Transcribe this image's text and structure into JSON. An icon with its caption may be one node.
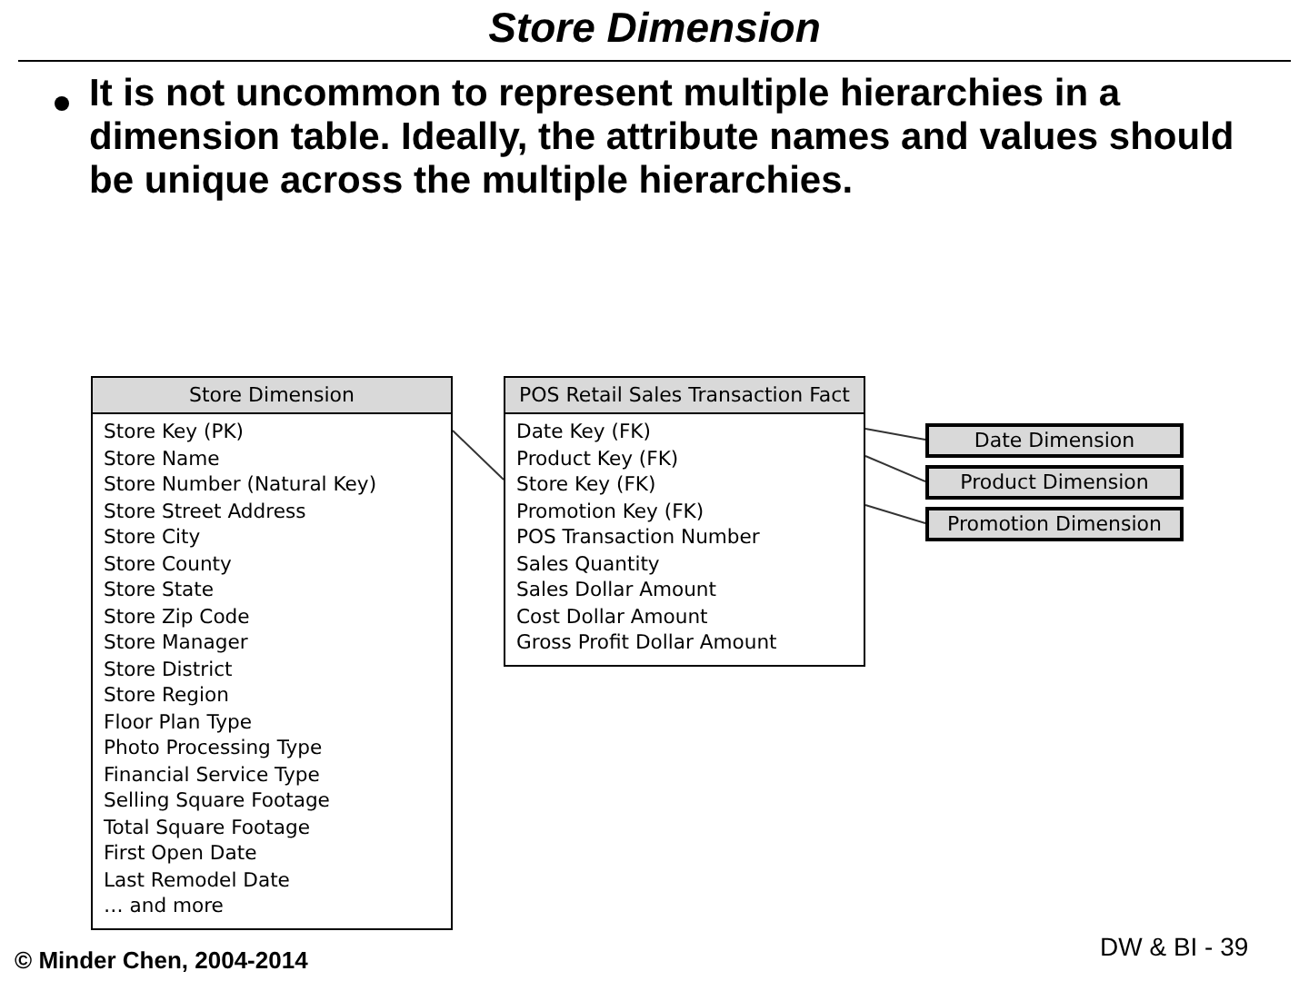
{
  "diagram": {
    "title": "Store Dimension",
    "nodes": [
      {
        "text": [
          "Store Dimension",
          "Store Key (PK)",
          "Store Name",
          "Store Number (Natural Key)",
          "Store Street Address",
          "Store City",
          "Store County",
          "Store State",
          "Store Zip Code",
          "Store Manager",
          "Store District",
          "Store Region",
          "Floor Plan Type",
          "Photo Processing Type",
          "Financial Service Type",
          "Selling Square Footage",
          "Total Square Footage",
          "First Open Date",
          "Last Remodel Date",
          "… and more"
        ]
      },
      {
        "text": [
          "POS Retail Sales Transaction Fact",
          "Date Key (FK)",
          "Product Key (FK)",
          "Store Key (FK)",
          "Promotion Key (FK)",
          "POS Transaction Number",
          "Sales Quantity",
          "Sales Dollar Amount",
          "Cost Dollar Amount",
          "Gross Profit Dollar Amount"
        ]
      },
      {
        "text": [
          "Date Dimension"
        ]
      },
      {
        "text": [
          "Product Dimension"
        ]
      },
      {
        "text": [
          "Promotion Dimension"
        ]
      }
    ],
    "edges": [
      {
        "from": 0,
        "to": 1,
        "arrow": "none"
      },
      {
        "from": 1,
        "to": 2,
        "arrow": "none"
      },
      {
        "from": 1,
        "to": 3,
        "arrow": "none"
      },
      {
        "from": 1,
        "to": 4,
        "arrow": "none"
      }
    ],
    "labels": [
      "It is not uncommon to represent multiple hierarchies in a dimension table. Ideally, the attribute names and values should be unique across the multiple hierarchies.",
      "© Minder Chen, 2004-2014",
      "DW & BI - 39"
    ]
  }
}
